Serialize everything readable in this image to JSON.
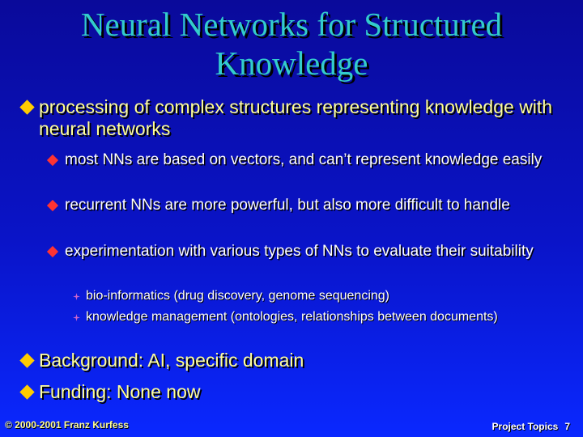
{
  "slide": {
    "title_line1": "Neural Networks for Structured",
    "title_line2": "Knowledge",
    "bullets": [
      {
        "level": 1,
        "text": "processing of complex structures representing knowledge with neural networks"
      },
      {
        "level": 2,
        "text": "most NNs are based on vectors, and can’t represent knowledge easily"
      },
      {
        "level": 2,
        "text": "recurrent NNs are more powerful, but also more difficult to handle"
      },
      {
        "level": 2,
        "text": "experimentation with various types of NNs to evaluate their suitability"
      },
      {
        "level": 3,
        "text": "bio-informatics (drug discovery, genome sequencing)"
      },
      {
        "level": 3,
        "text": "knowledge management (ontologies, relationships between documents)"
      },
      {
        "level": 1,
        "text": "Background: AI, specific domain"
      },
      {
        "level": 1,
        "text": "Funding: None now"
      }
    ]
  },
  "footer": {
    "copyright": "© 2000-2001 Franz Kurfess",
    "section": "Project Topics",
    "page_number": "7"
  },
  "colors": {
    "title": "#33cccc",
    "level1_text": "#ffff99",
    "level1_bullet": "#ffcc00",
    "level2_bullet": "#ff3333",
    "level3_bullet": "#cc66cc"
  }
}
